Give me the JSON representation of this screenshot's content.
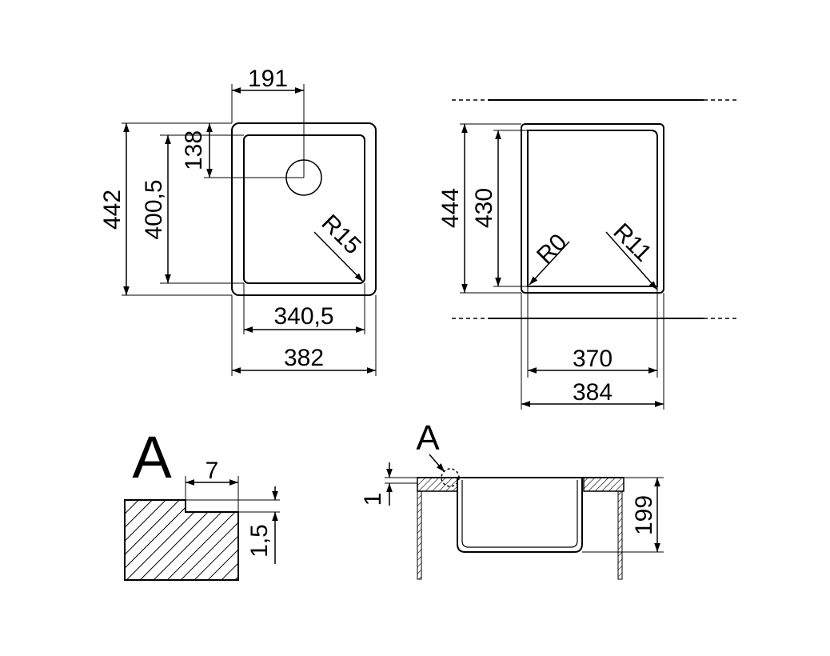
{
  "top_view": {
    "drain_offset_x": "191",
    "drain_offset_y": "138",
    "outer_depth": "442",
    "inner_depth": "400,5",
    "corner_radius": "R15",
    "inner_width": "340,5",
    "outer_width": "382"
  },
  "front_view": {
    "outer_depth": "444",
    "inner_depth": "430",
    "corner_radius_left": "R0",
    "corner_radius_right": "R11",
    "inner_width": "370",
    "outer_width": "384"
  },
  "detail_a": {
    "label": "A",
    "step_width": "7",
    "step_height": "1,5"
  },
  "section_view": {
    "detail_callout": "A",
    "rim_thickness": "1",
    "bowl_height": "199"
  }
}
